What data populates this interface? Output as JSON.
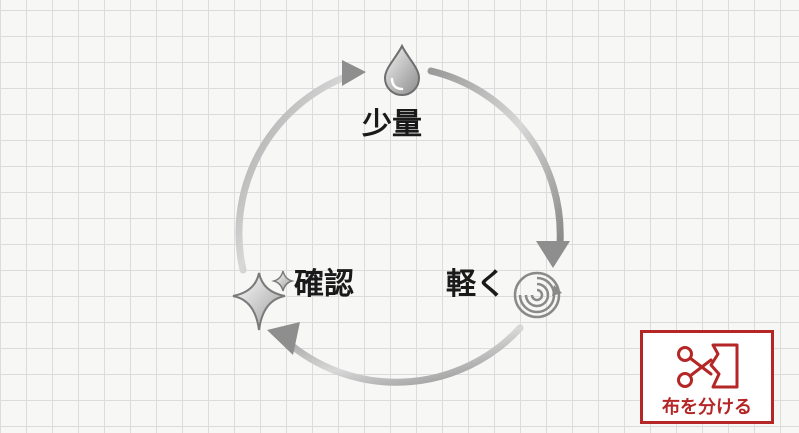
{
  "cycle": {
    "steps": [
      {
        "label": "少量",
        "icon": "water-drop-icon"
      },
      {
        "label": "軽く",
        "icon": "swirl-icon"
      },
      {
        "label": "確認",
        "icon": "sparkle-icon"
      }
    ]
  },
  "badge": {
    "label": "布を分ける",
    "icon": "scissors-cloth-icon",
    "color": "#b52727"
  }
}
